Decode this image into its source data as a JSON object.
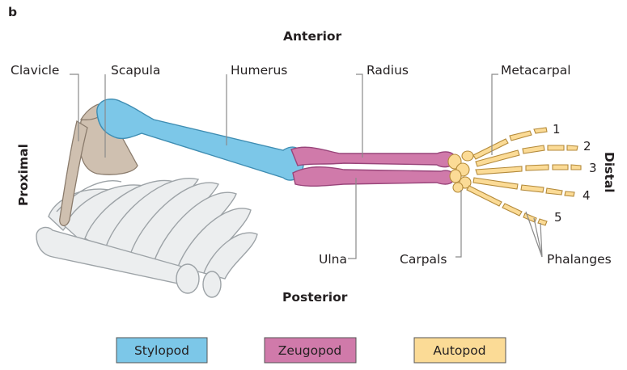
{
  "panel_letter": "b",
  "orientation": {
    "anterior": "Anterior",
    "posterior": "Posterior",
    "proximal": "Proximal",
    "distal": "Distal"
  },
  "labels": {
    "clavicle": "Clavicle",
    "scapula": "Scapula",
    "humerus": "Humerus",
    "radius": "Radius",
    "metacarpal": "Metacarpal",
    "ulna": "Ulna",
    "carpals": "Carpals",
    "phalanges": "Phalanges"
  },
  "digits": [
    "1",
    "2",
    "3",
    "4",
    "5"
  ],
  "legend": [
    {
      "label": "Stylopod",
      "color": "#7cc7e8"
    },
    {
      "label": "Zeugopod",
      "color": "#d07aaa"
    },
    {
      "label": "Autopod",
      "color": "#fbdb96"
    }
  ],
  "colors": {
    "stylopod": "#7cc7e8",
    "zeugopod": "#d07aaa",
    "autopod": "#fbdb96",
    "girdle": "#cfc0b0",
    "ribcage": "#eceeef",
    "leader_line": "#8a8a8a"
  }
}
